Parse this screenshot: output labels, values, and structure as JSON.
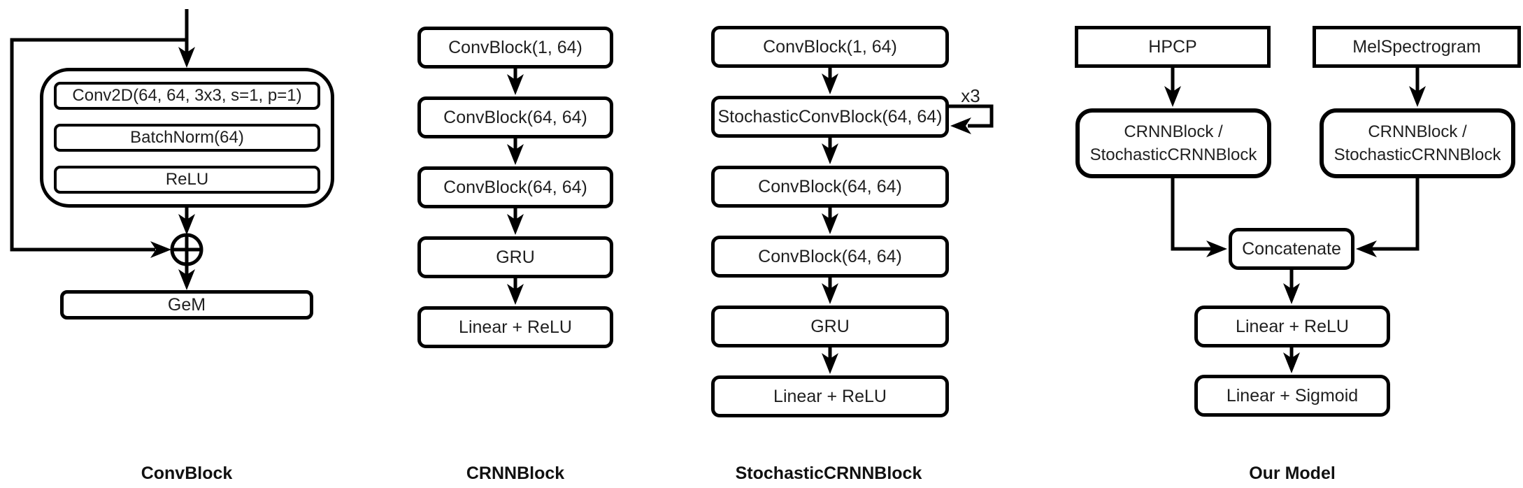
{
  "colors": {
    "stroke": "#000000",
    "text": "#1f1f1f",
    "background": "#ffffff"
  },
  "convblock": {
    "layers": [
      "Conv2D(64, 64, 3x3, s=1, p=1)",
      "BatchNorm(64)",
      "ReLU"
    ],
    "pool": "GeM",
    "caption": "ConvBlock"
  },
  "crnnblock": {
    "boxes": [
      "ConvBlock(1, 64)",
      "ConvBlock(64, 64)",
      "ConvBlock(64, 64)",
      "GRU",
      "Linear + ReLU"
    ],
    "caption": "CRNNBlock"
  },
  "stochastic_crnnblock": {
    "boxes": [
      "ConvBlock(1, 64)",
      "StochasticConvBlock(64, 64)",
      "ConvBlock(64, 64)",
      "ConvBlock(64, 64)",
      "GRU",
      "Linear + ReLU"
    ],
    "loop_label": "x3",
    "caption": "StochasticCRNNBlock"
  },
  "our_model": {
    "inputs": [
      "HPCP",
      "MelSpectrogram"
    ],
    "branch_line1": "CRNNBlock /",
    "branch_line2": "StochasticCRNNBlock",
    "merge": "Concatenate",
    "head": [
      "Linear + ReLU",
      "Linear + Sigmoid"
    ],
    "caption": "Our Model"
  }
}
